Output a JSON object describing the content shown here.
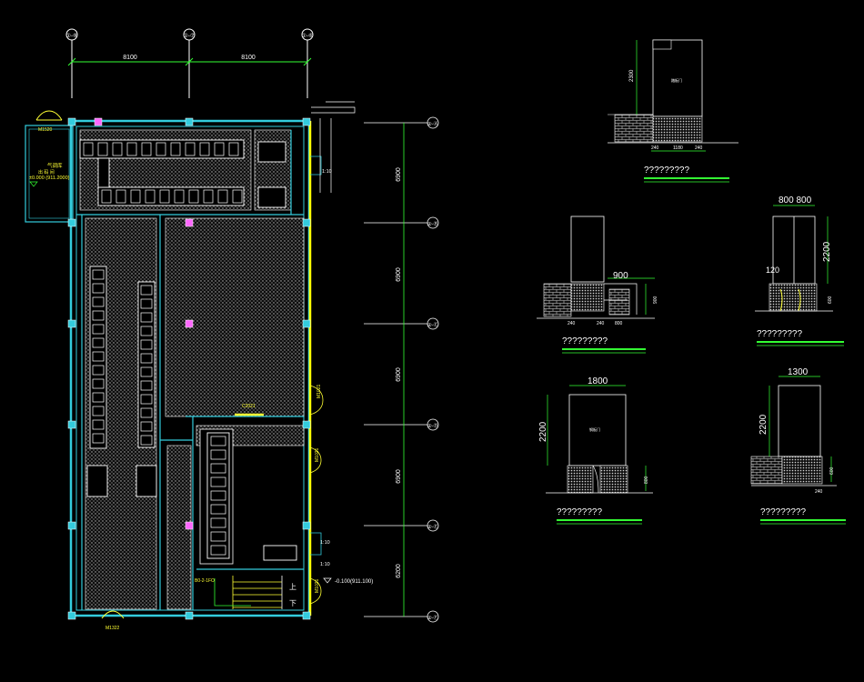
{
  "plan": {
    "top_axes": [
      "①-⑧",
      "①-⑦",
      "①-⑥"
    ],
    "top_dims": [
      "8100",
      "8100"
    ],
    "right_axes": [
      "②-Ⓐ",
      "②-Ⓑ",
      "②-Ⓒ",
      "②-Ⓓ",
      "②-Ⓔ",
      "②-Ⓕ"
    ],
    "right_dims": [
      "6900",
      "6900",
      "6900",
      "6900",
      "6200"
    ],
    "door_top_left": "M1520",
    "elev_note_title": "气调库",
    "elev_note_sub": "出 码 间",
    "elev_note": "±0.000 (911.2000)",
    "door_bottom": "M1322",
    "elev_bottom": "-0.100(911.100)",
    "stair_down": "下",
    "stair_up": "上",
    "stair_label": "B0-2-1FO",
    "right_labels": [
      "1:10",
      "1:10",
      "1:10"
    ],
    "door_right": [
      "M1021",
      "M1021",
      "M1021"
    ],
    "door_inner": "C2021"
  },
  "details": {
    "d1": {
      "height": "2300",
      "dims": [
        "240",
        "1180",
        "240"
      ],
      "label": "?????????",
      "tag": "踏板门"
    },
    "d2": {
      "width": "900",
      "dims": [
        "240",
        "240",
        "800"
      ],
      "side": "900",
      "label": "?????????"
    },
    "d3": {
      "width": "800 800",
      "height": "2200",
      "offset": "120",
      "side": "600",
      "label": "?????????"
    },
    "d4": {
      "width": "1800",
      "height": "2200",
      "side": "800",
      "label": "?????????",
      "tag": "钢板门"
    },
    "d5": {
      "width": "1300",
      "height": "2200",
      "side": "600",
      "small": "240",
      "label": "?????????"
    }
  }
}
